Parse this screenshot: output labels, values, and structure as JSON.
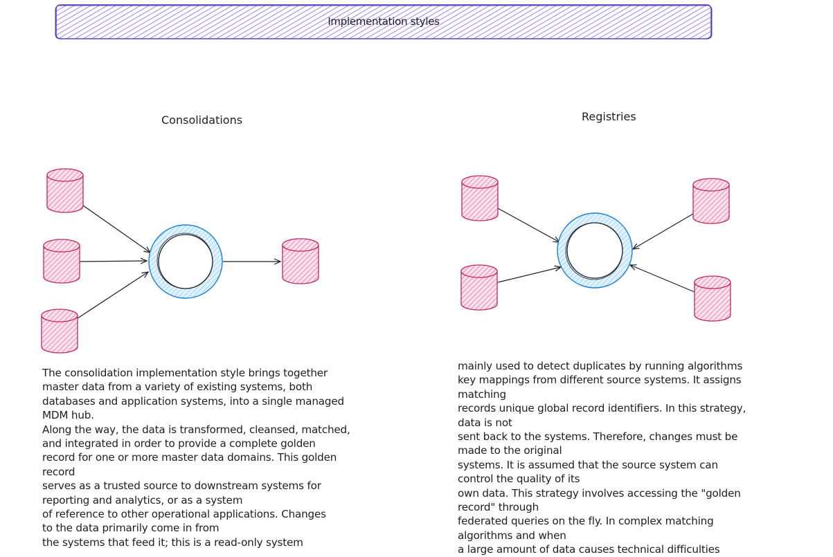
{
  "banner": {
    "title": "Implementation styles",
    "fill_color": "#a78bfa",
    "stroke_color": "#5b3fc4"
  },
  "colors": {
    "database_fill": "#f089b8",
    "database_stroke": "#c2255c",
    "hub_fill": "#a5d8ff",
    "hub_stroke": "#1c7ed6",
    "hub_inner_stroke": "#1e1e1e",
    "arrow": "#1e1e1e"
  },
  "sections": {
    "consolidations": {
      "title": "Consolidations",
      "diagram": {
        "sources": [
          "source-db-1",
          "source-db-2",
          "source-db-3"
        ],
        "hub": "mdm-hub",
        "targets": [
          "target-db-1"
        ],
        "flow": "sources-to-hub-to-target"
      },
      "description_lines": [
        "The consolidation implementation style brings together",
        "master data from a variety of existing systems, both",
        "databases and application systems, into a single managed",
        "MDM hub.",
        "Along the way, the data is transformed, cleansed, matched,",
        "and integrated in order to provide a complete golden",
        "record for one or more master data domains. This golden",
        "record",
        "serves as a trusted source to downstream systems for",
        "reporting and analytics, or as a system",
        "of reference to other operational applications. Changes",
        "to the data primarily come in from",
        "the systems that feed it; this is a read-only system"
      ]
    },
    "registries": {
      "title": "Registries",
      "diagram": {
        "sources": [
          "source-db-1",
          "source-db-2",
          "source-db-3",
          "source-db-4"
        ],
        "hub": "registry-hub",
        "flow": "sources-to-hub"
      },
      "description_lines": [
        "mainly used to detect duplicates by running algorithms",
        "key mappings from different source systems. It assigns",
        "matching",
        "records unique global record identifiers. In this strategy,",
        "data is not",
        "sent back to the systems. Therefore, changes must be",
        "made to the original",
        "systems. It is assumed that the source system can",
        "control the quality of its",
        "own data. This strategy involves accessing the \"golden",
        "record\" through",
        "federated queries on the fly. In complex matching",
        "algorithms and when",
        "a large amount of data causes technical difficulties"
      ]
    }
  }
}
